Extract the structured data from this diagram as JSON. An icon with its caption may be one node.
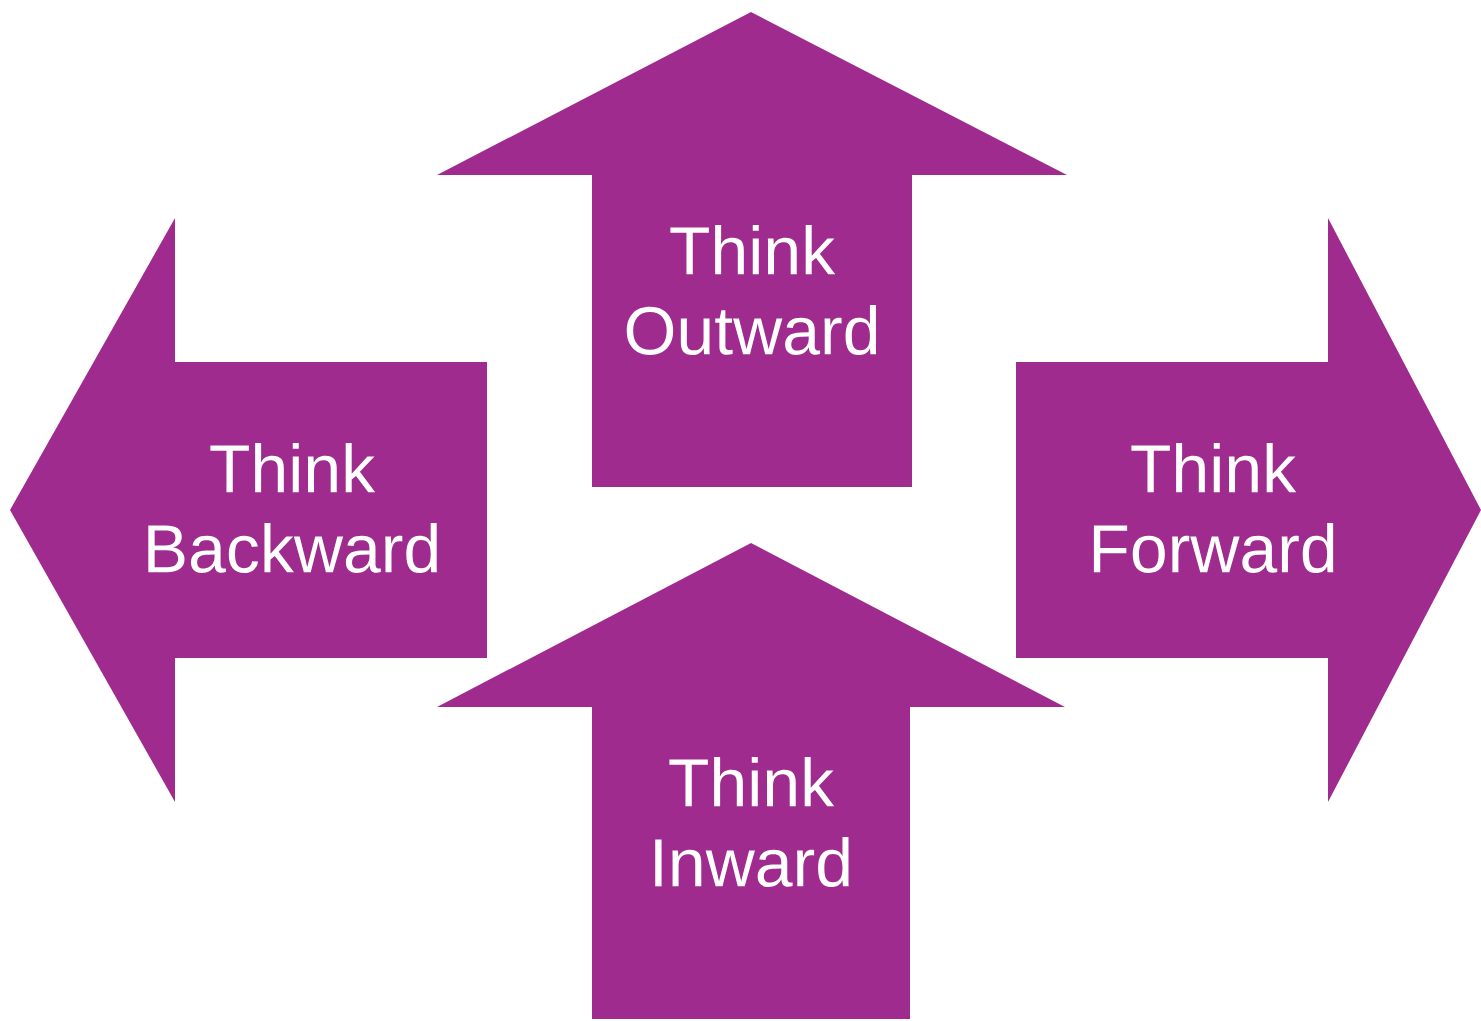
{
  "diagram": {
    "nodes": [
      {
        "text": [
          "Think Outward"
        ]
      },
      {
        "text": [
          "Think Backward"
        ]
      },
      {
        "text": [
          "Think Forward"
        ]
      },
      {
        "text": [
          "Think Inward"
        ]
      }
    ]
  }
}
